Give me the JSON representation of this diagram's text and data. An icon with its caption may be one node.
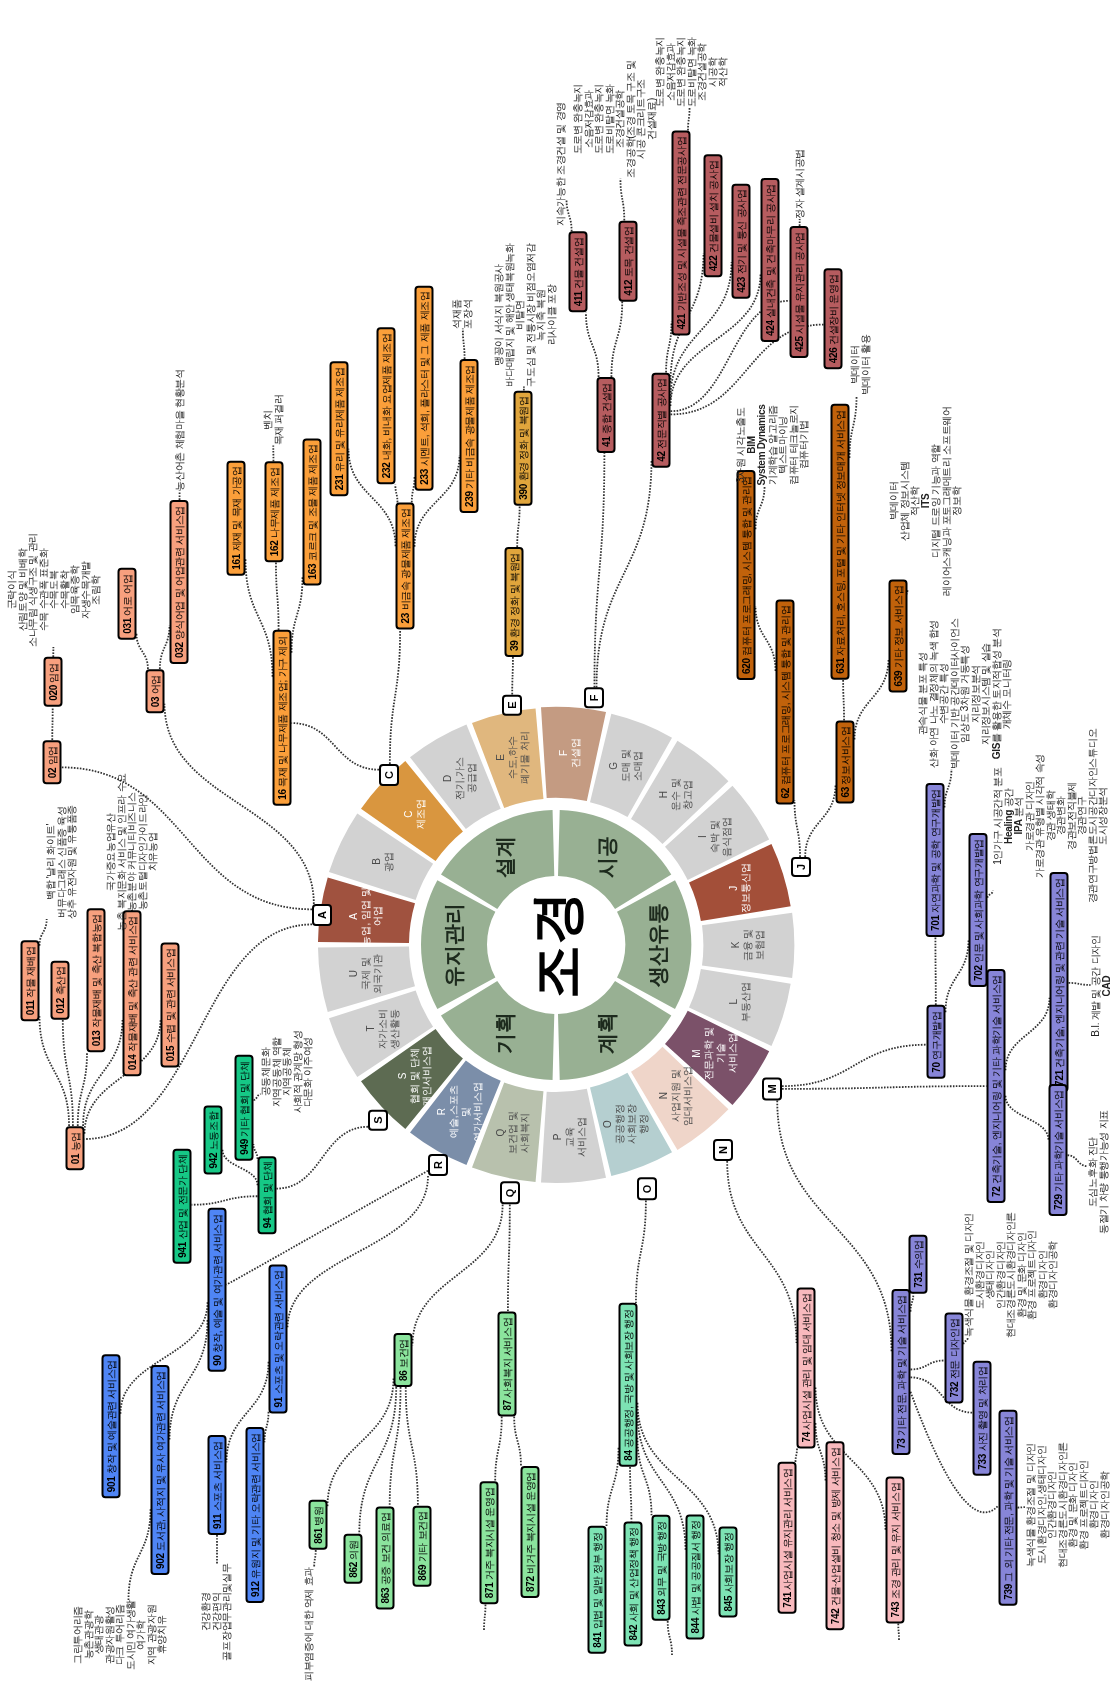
{
  "diagram": {
    "nodes": [
      {
        "text": [
          "조경"
        ]
      },
      {
        "text": [
          "유지관리"
        ]
      },
      {
        "text": [
          "설계"
        ]
      },
      {
        "text": [
          "시공"
        ]
      },
      {
        "text": [
          "생산유통"
        ]
      },
      {
        "text": [
          "계획"
        ]
      },
      {
        "text": [
          "기획"
        ]
      },
      {
        "text": [
          "A",
          "농업, 임업 및 어업"
        ]
      },
      {
        "text": [
          "B",
          "광업"
        ]
      },
      {
        "text": [
          "C",
          "제조업"
        ]
      },
      {
        "text": [
          "D",
          "전기,가스 공급업"
        ]
      },
      {
        "text": [
          "E",
          "수도,하수 폐기물 처리"
        ]
      },
      {
        "text": [
          "F",
          "건설업"
        ]
      },
      {
        "text": [
          "G",
          "도매 및 소매업"
        ]
      },
      {
        "text": [
          "H",
          "운수 및 창고업"
        ]
      },
      {
        "text": [
          "I",
          "숙박 및 음식점업"
        ]
      },
      {
        "text": [
          "J",
          "정보통신업"
        ]
      },
      {
        "text": [
          "K",
          "금융 및 보험업"
        ]
      },
      {
        "text": [
          "L",
          "부동산업"
        ]
      },
      {
        "text": [
          "M",
          "전문과학 및 기술 서비스업"
        ]
      },
      {
        "text": [
          "N",
          "사업지원 및 임대서비스업"
        ]
      },
      {
        "text": [
          "O",
          "공공행정 사회보장 행정"
        ]
      },
      {
        "text": [
          "P",
          "교육 서비스업"
        ]
      },
      {
        "text": [
          "Q",
          "보건업 및 사회복지"
        ]
      },
      {
        "text": [
          "R",
          "예술,스포츠 및 여가서비스업"
        ]
      },
      {
        "text": [
          "S",
          "협회 및 단체 개인서비스업"
        ]
      },
      {
        "text": [
          "T",
          "자가소비 생산활동"
        ]
      },
      {
        "text": [
          "U",
          "국제 및 외국기관"
        ]
      },
      {
        "text": [
          "A"
        ]
      },
      {
        "text": [
          "C"
        ]
      },
      {
        "text": [
          "E"
        ]
      },
      {
        "text": [
          "F"
        ]
      },
      {
        "text": [
          "J"
        ]
      },
      {
        "text": [
          "M"
        ]
      },
      {
        "text": [
          "N"
        ]
      },
      {
        "text": [
          "O"
        ]
      },
      {
        "text": [
          "Q"
        ]
      },
      {
        "text": [
          "R"
        ]
      },
      {
        "text": [
          "S"
        ]
      },
      {
        "text": [
          "**01** 농업"
        ]
      },
      {
        "text": [
          "**011** 작물 재배업"
        ]
      },
      {
        "text": [
          "**012** 축산업"
        ]
      },
      {
        "text": [
          "**013** 작물재배 및 축산 복합농업"
        ]
      },
      {
        "text": [
          "**014** 작물재배 및 축산 관련 서비스업"
        ]
      },
      {
        "text": [
          "**015** 수렵 및 관련 서비스업"
        ]
      },
      {
        "text": [
          "백합 '날리 화이트'",
          "버뮤다그래스 신품종 육성",
          "상추 유전자원 및 유통품종"
        ]
      },
      {
        "text": [
          "국가중요농업유산",
          "농촌 복지문화 서비스 및 인프라 수요",
          "농촌분야 커뮤니티비즈니스",
          "농촌토털디자인가이드라인",
          "치유농업"
        ]
      },
      {
        "text": [
          "**02** 임업"
        ]
      },
      {
        "text": [
          "**020** 임업"
        ]
      },
      {
        "text": [
          "군락이식",
          "산림토양 및 비배학",
          "소나무림 식생구조 및 관리",
          "수목 수관폭 표준화",
          "수목도복",
          "수목활착",
          "임목육종학",
          "자생수목개발",
          "조림학"
        ]
      },
      {
        "text": [
          "**03** 어업"
        ]
      },
      {
        "text": [
          "**031** 어로 어업"
        ]
      },
      {
        "text": [
          "**032** 양식어업 및 어업관련 서비스업"
        ]
      },
      {
        "text": [
          "농산어촌 체험마을 현황분석"
        ]
      },
      {
        "text": [
          "**16** 목재 및 나무제품 제조업; 가구 제외"
        ]
      },
      {
        "text": [
          "**161** 제재 및 목재 가공업"
        ]
      },
      {
        "text": [
          "**162** 나무제품 제조업"
        ]
      },
      {
        "text": [
          "벤치",
          "목재 퍼걸러"
        ]
      },
      {
        "text": [
          "**163** 코르크 및 조물 제품 제조업"
        ]
      },
      {
        "text": [
          "**23** 비금속 광물제품 제조업"
        ]
      },
      {
        "text": [
          "**231** 유리 및 유리제품 제조업"
        ]
      },
      {
        "text": [
          "**232** 내화, 비내화 요업제품 제조업"
        ]
      },
      {
        "text": [
          "**233** 시멘트, 석회, 플라스터 및 그 제품 제조업"
        ]
      },
      {
        "text": [
          "**239** 기타 비금속 광물제품 제조업"
        ]
      },
      {
        "text": [
          "석재품",
          "포장석"
        ]
      },
      {
        "text": [
          "**39** 환경 정화 및 복원업"
        ]
      },
      {
        "text": [
          "**390** 환경 정화 및 복원업"
        ]
      },
      {
        "text": [
          "맹꽁이 서식지 복원공사",
          "바다매립지 및 해안 생태복원녹화",
          "비탈면",
          "구도심 및 전통시장 비점오염저감",
          "녹지축 복원",
          "리사이클 포장"
        ]
      },
      {
        "text": [
          "**41** 종합 건설업"
        ]
      },
      {
        "text": [
          "**411** 건물 건설업"
        ]
      },
      {
        "text": [
          "지속가능한 조경건설 및 경영"
        ]
      },
      {
        "text": [
          "**412** 토목 건설업"
        ]
      },
      {
        "text": [
          "도로변 완충녹지 소음저감효과",
          "도로변 완충녹지",
          "도로비탈면 녹화",
          "조경건설공학",
          "조경공학(조경 토목 구조 및 시공 콘크리트구조 건설재료)"
        ]
      },
      {
        "text": [
          "**42** 전문직별 공사업"
        ]
      },
      {
        "text": [
          "**421** 기반조성 및 시설물 축조관련 전문공사업"
        ]
      },
      {
        "text": [
          "도로변 완충녹지 소음저감효과",
          "도로변 완충녹지",
          "도로비탈면 녹화",
          "조경건설공학",
          "시공학",
          "적산학"
        ]
      },
      {
        "text": [
          "**422** 건물설비 설치 공사업"
        ]
      },
      {
        "text": [
          "**423** 전기 및 통신 공사업"
        ]
      },
      {
        "text": [
          "**424** 실내건축 및 건축마무리 공사업"
        ]
      },
      {
        "text": [
          "**425** 시설물 유지관리 공사업"
        ]
      },
      {
        "text": [
          "정자 설계시공법"
        ]
      },
      {
        "text": [
          "**426** 건설장비 운영업"
        ]
      },
      {
        "text": [
          "**62** 컴퓨터 프로그래밍, 시스템 통합 및 관리업"
        ]
      },
      {
        "text": [
          "**620** 컴퓨터 프로그래밍, 시스템 통합 및 관리업"
        ]
      },
      {
        "text": [
          "3차원 시각노출도",
          "BIM",
          "System Dynamics",
          "기계학습 알고리즘",
          "텍스트마이닝",
          "컴퓨터 테크놀로지",
          "컴퓨터기법"
        ]
      },
      {
        "text": [
          "**63** 정보서비스업"
        ]
      },
      {
        "text": [
          "**631** 자료처리, 호스팅, 포털 및 기타 인터넷 정보매개 서비스업"
        ]
      },
      {
        "text": [
          "빅데이터",
          "빅데이터 활용"
        ]
      },
      {
        "text": [
          "**639** 기타 정보 서비스업"
        ]
      },
      {
        "text": [
          "빅데이터",
          "산업체 정보시스템",
          "적산학",
          "ITS",
          "디지털 드로잉 기능과 역할",
          "레이어스캐닝과 포토그래메트리 소프트웨어",
          "정보학"
        ]
      },
      {
        "text": [
          "**70** 연구개발업"
        ]
      },
      {
        "text": [
          "**701** 자연과학 및 공학 연구개발업"
        ]
      },
      {
        "text": [
          "관속식물 분포 특성",
          "산화 아연 나노 결정체의 녹색 합성",
          "수변공간 특성",
          "빅데이터 기반 공간데이터사이언스",
          "임상도 3차원 거동특성",
          "지리정보분석",
          "지리정보시스템 및 실습",
          "**GIS**를 활용한 토지적합성 분석",
          "개체수 모니터링"
        ]
      },
      {
        "text": [
          "**702** 인문 및 사회과학 연구개발업"
        ]
      },
      {
        "text": [
          "1인가구 시공간적 분포",
          "**Healing** 공간",
          "**IPA** 분석",
          "가로경관 디자인",
          "가로경관 유형별 시각적 속성",
          "경관 생태학",
          "경관변화",
          "경관보전직불제",
          "경관연구",
          "경관연구방법론도시공간디자인스튜디오",
          "도시성장분석"
        ]
      },
      {
        "text": [
          "**72** 건축기술, 엔지니어링 및 기타 과학기술 서비스업"
        ]
      },
      {
        "text": [
          "**721** 건축기술, 엔지니어링 및 관련 기술 서비스업"
        ]
      },
      {
        "text": [
          "B.I. 계발 및 공간 디자인",
          "CAD"
        ]
      },
      {
        "text": [
          "**729** 기타 과학기술 서비스업"
        ]
      },
      {
        "text": [
          "도심노후화 진단",
          "동절기 차량 통행가능성 지표"
        ]
      },
      {
        "text": [
          "**73** 기타 전문, 과학 및 기술 서비스업"
        ]
      },
      {
        "text": [
          "**731** 수의업"
        ]
      },
      {
        "text": [
          "**732** 전문 디자인업"
        ]
      },
      {
        "text": [
          "녹색식물 환경조절 및 디자인",
          "도시환경디자인",
          "생태디자인",
          "인간환경디자인",
          "현대조경론도시환경디자인론",
          "환경 및 문화 디자인",
          "환경 프로젝트디자인",
          "환경디자인",
          "환경디자인공학"
        ]
      },
      {
        "text": [
          "**733** 사진 촬영 및 처리업"
        ]
      },
      {
        "text": [
          "**739** 그 외 기타 전문, 과학 및 기술 서비스업"
        ]
      },
      {
        "text": [
          "녹색식물 환경조절 및 디자인",
          "도시환경디자인,생태디자인",
          "인간환경디자인",
          "현대조경론도시환경디자인론",
          "환경 및 문화 디자인",
          "환경 프로젝트디자인",
          "환경디자인",
          "환경디자인공학"
        ]
      },
      {
        "text": [
          "**74** 사업시설 관리 및 임대 서비스업"
        ]
      },
      {
        "text": [
          "**741** 사업시설 유지관리 서비스업"
        ]
      },
      {
        "text": [
          "**742** 건물·산업설비 청소 및 방제 서비스업"
        ]
      },
      {
        "text": [
          "**743** 조경 관리 및 유지 서비스업"
        ]
      },
      {
        "text": [
          "**84** 공공행정, 국방 및 사회보장 행정"
        ]
      },
      {
        "text": [
          "**841** 입법 및 일반 정부 행정"
        ]
      },
      {
        "text": [
          "**842** 사회 및 산업정책 행정"
        ]
      },
      {
        "text": [
          "**843** 외무 및 국방 행정"
        ]
      },
      {
        "text": [
          "**844** 사법 및 공공질서 행정"
        ]
      },
      {
        "text": [
          "**845** 사회보장 행정"
        ]
      },
      {
        "text": [
          "**86** 보건업"
        ]
      },
      {
        "text": [
          "**861** 병원"
        ]
      },
      {
        "text": [
          "피부염증에 대한 억제 효과"
        ]
      },
      {
        "text": [
          "**862** 의원"
        ]
      },
      {
        "text": [
          "**863** 공중 보건 의료업"
        ]
      },
      {
        "text": [
          "**869** 기타 보건업"
        ]
      },
      {
        "text": [
          "**87** 사회복지 서비스업"
        ]
      },
      {
        "text": [
          "**871** 거주 복지시설 운영업"
        ]
      },
      {
        "text": [
          "**872** 비거주 복지시설 운영업"
        ]
      },
      {
        "text": [
          "**90** 창작, 예술 및 여가관련 서비스업"
        ]
      },
      {
        "text": [
          "**901** 창작 및 예술관련 서비스업"
        ]
      },
      {
        "text": [
          "**902** 도서관, 사적지 및 유사 여가관련 서비스업"
        ]
      },
      {
        "text": [
          "그린투어리즘",
          "농촌관광학",
          "생태관광",
          "관광자원활성",
          "다크 투어리즘",
          "도시민 여가생활",
          "여가학",
          "지역 관광자원",
          "휴양치유"
        ]
      },
      {
        "text": [
          "**91** 스포츠 및 오락관련 서비스업"
        ]
      },
      {
        "text": [
          "**911** 스포츠 서비스업"
        ]
      },
      {
        "text": [
          "건강환경",
          "건강편익",
          "골프장업무관리및실무"
        ]
      },
      {
        "text": [
          "**912** 유원지 및 기타 오락관련 서비스업"
        ]
      },
      {
        "text": [
          "**94** 협회 및 단체"
        ]
      },
      {
        "text": [
          "**941** 산업 및 전문가 단체"
        ]
      },
      {
        "text": [
          "**942** 노동조합"
        ]
      },
      {
        "text": [
          "**949** 기타 협회 및 단체"
        ]
      },
      {
        "text": [
          "공동체문화",
          "지역공동체 역할",
          "지역공동체",
          "사회적 관계망 형성",
          "다문화 이주여성"
        ]
      }
    ],
    "edges": [
      {
        "from": 28,
        "to": 39,
        "arrow": "none"
      },
      {
        "from": 28,
        "to": 47,
        "arrow": "none"
      },
      {
        "from": 28,
        "to": 50,
        "arrow": "none"
      },
      {
        "from": 39,
        "to": 40,
        "arrow": "none"
      },
      {
        "from": 39,
        "to": 41,
        "arrow": "none"
      },
      {
        "from": 39,
        "to": 42,
        "arrow": "none"
      },
      {
        "from": 39,
        "to": 43,
        "arrow": "none"
      },
      {
        "from": 39,
        "to": 44,
        "arrow": "none"
      },
      {
        "from": 40,
        "to": 45,
        "arrow": "none"
      },
      {
        "from": 43,
        "to": 46,
        "arrow": "none"
      },
      {
        "from": 47,
        "to": 48,
        "arrow": "none"
      },
      {
        "from": 48,
        "to": 49,
        "arrow": "none"
      },
      {
        "from": 50,
        "to": 51,
        "arrow": "none"
      },
      {
        "from": 50,
        "to": 52,
        "arrow": "none"
      },
      {
        "from": 52,
        "to": 53,
        "arrow": "none"
      },
      {
        "from": 29,
        "to": 54,
        "arrow": "none"
      },
      {
        "from": 29,
        "to": 59,
        "arrow": "none"
      },
      {
        "from": 54,
        "to": 55,
        "arrow": "none"
      },
      {
        "from": 54,
        "to": 56,
        "arrow": "none"
      },
      {
        "from": 54,
        "to": 58,
        "arrow": "none"
      },
      {
        "from": 56,
        "to": 57,
        "arrow": "none"
      },
      {
        "from": 59,
        "to": 60,
        "arrow": "none"
      },
      {
        "from": 59,
        "to": 61,
        "arrow": "none"
      },
      {
        "from": 59,
        "to": 62,
        "arrow": "none"
      },
      {
        "from": 59,
        "to": 63,
        "arrow": "none"
      },
      {
        "from": 63,
        "to": 64,
        "arrow": "none"
      },
      {
        "from": 30,
        "to": 65,
        "arrow": "none"
      },
      {
        "from": 65,
        "to": 66,
        "arrow": "none"
      },
      {
        "from": 66,
        "to": 67,
        "arrow": "none"
      },
      {
        "from": 31,
        "to": 68,
        "arrow": "none"
      },
      {
        "from": 31,
        "to": 73,
        "arrow": "none"
      },
      {
        "from": 68,
        "to": 69,
        "arrow": "none"
      },
      {
        "from": 69,
        "to": 70,
        "arrow": "none"
      },
      {
        "from": 68,
        "to": 71,
        "arrow": "none"
      },
      {
        "from": 71,
        "to": 72,
        "arrow": "none"
      },
      {
        "from": 73,
        "to": 74,
        "arrow": "none"
      },
      {
        "from": 74,
        "to": 75,
        "arrow": "none"
      },
      {
        "from": 73,
        "to": 76,
        "arrow": "none"
      },
      {
        "from": 73,
        "to": 77,
        "arrow": "none"
      },
      {
        "from": 73,
        "to": 78,
        "arrow": "none"
      },
      {
        "from": 73,
        "to": 79,
        "arrow": "none"
      },
      {
        "from": 79,
        "to": 80,
        "arrow": "none"
      },
      {
        "from": 73,
        "to": 81,
        "arrow": "none"
      },
      {
        "from": 32,
        "to": 82,
        "arrow": "none"
      },
      {
        "from": 32,
        "to": 85,
        "arrow": "none"
      },
      {
        "from": 82,
        "to": 83,
        "arrow": "none"
      },
      {
        "from": 83,
        "to": 84,
        "arrow": "none"
      },
      {
        "from": 85,
        "to": 86,
        "arrow": "none"
      },
      {
        "from": 86,
        "to": 87,
        "arrow": "none"
      },
      {
        "from": 85,
        "to": 88,
        "arrow": "none"
      },
      {
        "from": 88,
        "to": 89,
        "arrow": "none"
      },
      {
        "from": 33,
        "to": 90,
        "arrow": "none"
      },
      {
        "from": 33,
        "to": 95,
        "arrow": "none"
      },
      {
        "from": 33,
        "to": 100,
        "arrow": "none"
      },
      {
        "from": 90,
        "to": 91,
        "arrow": "none"
      },
      {
        "from": 91,
        "to": 92,
        "arrow": "none"
      },
      {
        "from": 90,
        "to": 93,
        "arrow": "none"
      },
      {
        "from": 93,
        "to": 94,
        "arrow": "none"
      },
      {
        "from": 95,
        "to": 96,
        "arrow": "none"
      },
      {
        "from": 96,
        "to": 97,
        "arrow": "none"
      },
      {
        "from": 95,
        "to": 98,
        "arrow": "none"
      },
      {
        "from": 98,
        "to": 99,
        "arrow": "none"
      },
      {
        "from": 100,
        "to": 101,
        "arrow": "none"
      },
      {
        "from": 100,
        "to": 102,
        "arrow": "none"
      },
      {
        "from": 102,
        "to": 103,
        "arrow": "none"
      },
      {
        "from": 100,
        "to": 104,
        "arrow": "none"
      },
      {
        "from": 100,
        "to": 105,
        "arrow": "none"
      },
      {
        "from": 105,
        "to": 106,
        "arrow": "none"
      },
      {
        "from": 34,
        "to": 107,
        "arrow": "none"
      },
      {
        "from": 107,
        "to": 108,
        "arrow": "none"
      },
      {
        "from": 107,
        "to": 109,
        "arrow": "none"
      },
      {
        "from": 107,
        "to": 110,
        "arrow": "none"
      },
      {
        "from": 110,
        "to": null,
        "arrow": "none"
      },
      {
        "from": 35,
        "to": 111,
        "arrow": "none"
      },
      {
        "from": 111,
        "to": 112,
        "arrow": "none"
      },
      {
        "from": 111,
        "to": 113,
        "arrow": "none"
      },
      {
        "from": 111,
        "to": 114,
        "arrow": "none"
      },
      {
        "from": 111,
        "to": 115,
        "arrow": "none"
      },
      {
        "from": 111,
        "to": 116,
        "arrow": "none"
      },
      {
        "from": 114,
        "to": null,
        "arrow": "none"
      },
      {
        "from": 36,
        "to": 117,
        "arrow": "none"
      },
      {
        "from": 36,
        "to": 123,
        "arrow": "none"
      },
      {
        "from": 117,
        "to": 118,
        "arrow": "none"
      },
      {
        "from": 118,
        "to": 119,
        "arrow": "none"
      },
      {
        "from": 117,
        "to": 120,
        "arrow": "none"
      },
      {
        "from": 117,
        "to": 121,
        "arrow": "none"
      },
      {
        "from": 117,
        "to": 122,
        "arrow": "none"
      },
      {
        "from": 123,
        "to": 124,
        "arrow": "none"
      },
      {
        "from": 123,
        "to": 125,
        "arrow": "none"
      },
      {
        "from": 124,
        "to": null,
        "arrow": "none"
      },
      {
        "from": 37,
        "to": 126,
        "arrow": "none"
      },
      {
        "from": 37,
        "to": 130,
        "arrow": "none"
      },
      {
        "from": 126,
        "to": 127,
        "arrow": "none"
      },
      {
        "from": 126,
        "to": 128,
        "arrow": "none"
      },
      {
        "from": 128,
        "to": 129,
        "arrow": "none"
      },
      {
        "from": 130,
        "to": 131,
        "arrow": "none"
      },
      {
        "from": 131,
        "to": 132,
        "arrow": "none"
      },
      {
        "from": 130,
        "to": 133,
        "arrow": "none"
      },
      {
        "from": 38,
        "to": 134,
        "arrow": "none"
      },
      {
        "from": 134,
        "to": 135,
        "arrow": "none"
      },
      {
        "from": 134,
        "to": 136,
        "arrow": "none"
      },
      {
        "from": 134,
        "to": 137,
        "arrow": "none"
      },
      {
        "from": 137,
        "to": 138,
        "arrow": "none"
      }
    ]
  }
}
